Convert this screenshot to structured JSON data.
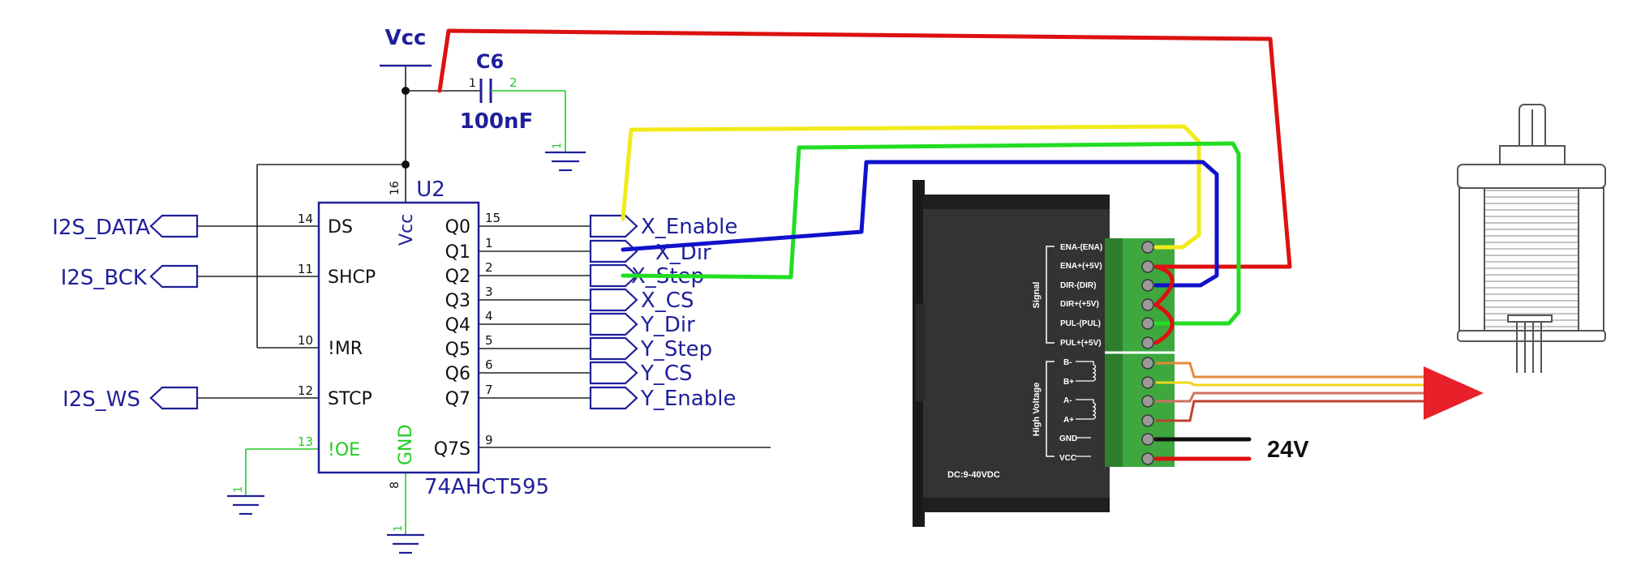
{
  "power": {
    "vcc": "Vcc",
    "v24": "24V"
  },
  "capacitor": {
    "ref": "C6",
    "value": "100nF",
    "pin1": "1",
    "pin2": "2"
  },
  "ground_pin_label": "1",
  "chip": {
    "ref": "U2",
    "part": "74AHCT595",
    "vcc_label": "Vcc",
    "vcc_pin": "16",
    "gnd_label": "GND",
    "gnd_pin": "8",
    "left_pins": [
      {
        "num": "14",
        "name": "DS"
      },
      {
        "num": "11",
        "name": "SHCP"
      },
      {
        "num": "10",
        "name": "!MR"
      },
      {
        "num": "12",
        "name": "STCP"
      },
      {
        "num": "13",
        "name": "!OE"
      }
    ],
    "right_pins": [
      {
        "num": "15",
        "name": "Q0"
      },
      {
        "num": "1",
        "name": "Q1"
      },
      {
        "num": "2",
        "name": "Q2"
      },
      {
        "num": "3",
        "name": "Q3"
      },
      {
        "num": "4",
        "name": "Q4"
      },
      {
        "num": "5",
        "name": "Q5"
      },
      {
        "num": "6",
        "name": "Q6"
      },
      {
        "num": "7",
        "name": "Q7"
      },
      {
        "num": "9",
        "name": "Q7S"
      }
    ]
  },
  "input_ports": [
    "I2S_DATA",
    "I2S_BCK",
    "I2S_WS"
  ],
  "output_ports": [
    "X_Enable",
    "X_Dir",
    "X_Step",
    "X_CS",
    "Y_Dir",
    "Y_Step",
    "Y_CS",
    "Y_Enable"
  ],
  "driver": {
    "signal_group": "Signal",
    "hv_group": "High Voltage",
    "footer": "DC:9-40VDC",
    "terminals": [
      "ENA-(ENA)",
      "ENA+(+5V)",
      "DIR-(DIR)",
      "DIR+(+5V)",
      "PUL-(PUL)",
      "PUL+(+5V)",
      "B-",
      "B+",
      "A-",
      "A+",
      "GND",
      "VCC"
    ]
  },
  "colors": {
    "schematic_blue": "#1f1f9a",
    "net_green": "#22cc22",
    "wire_red": "#dd1111",
    "wire_yellow": "#f2ea1a",
    "wire_green": "#22dd22",
    "wire_blue": "#1111cc",
    "driver_body": "#333333",
    "terminal_green": "#3ea83e"
  }
}
